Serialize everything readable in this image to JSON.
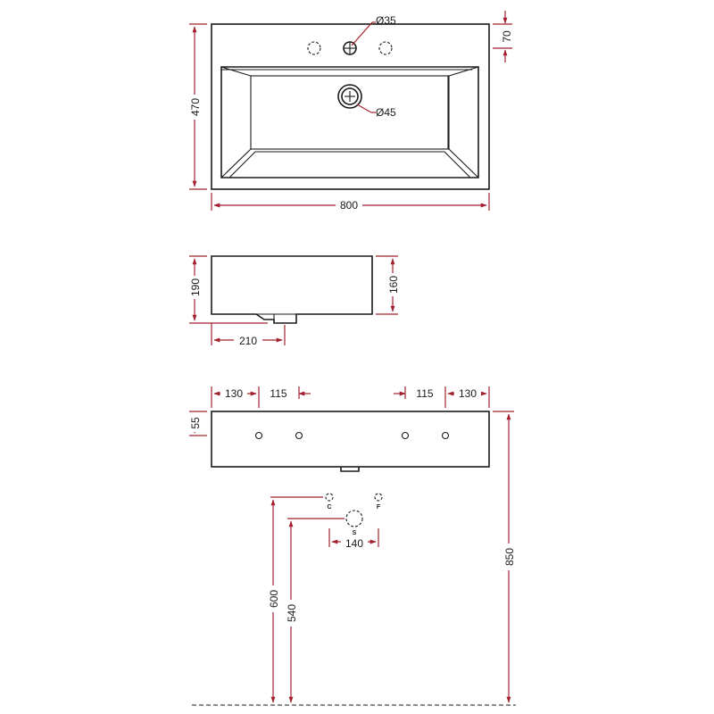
{
  "top_view": {
    "tap_hole_diameter": "Ø35",
    "drain_diameter": "Ø45",
    "total_depth": "470",
    "tap_ledge_depth": "70",
    "total_width": "800"
  },
  "side_view": {
    "overall_height": "190",
    "bowl_height": "160",
    "drain_offset": "210"
  },
  "front_view": {
    "left_edge_offset": "130",
    "left_hole_spacing": "115",
    "right_hole_spacing": "115",
    "right_edge_offset": "130",
    "hole_height": "55",
    "supply_cold_label": "C",
    "supply_hot_label": "F",
    "siphon_label": "S",
    "supply_spacing": "140",
    "supply_height": "600",
    "siphon_height": "540",
    "rim_height": "850"
  },
  "colors": {
    "dimension_line": "#a3212f",
    "object_line": "#1a1a1a"
  }
}
